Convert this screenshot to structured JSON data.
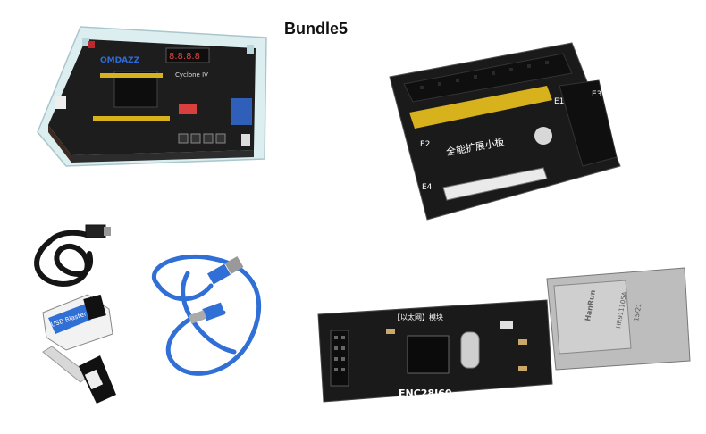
{
  "title": "Bundle5",
  "fpga_board": {
    "silk_label": "OMDAZZ"
  },
  "expansion_board": {
    "silk_title": "全能扩展小板",
    "labels": [
      "E1",
      "E2",
      "E3",
      "E4"
    ]
  },
  "usb_blaster": {
    "label": "USB Blaster"
  },
  "ethernet_module": {
    "header": "【以太网】模块",
    "model": "ENC28J60",
    "jack_brand": "HanRun",
    "jack_part": "HR911105A",
    "jack_code": "15/21"
  },
  "colors": {
    "pcb_dark": "#1c1c1c",
    "pin_gold": "#d8b21c",
    "cable_blue": "#2f6fd6",
    "cable_black": "#151515",
    "acrylic": "#cfe6ea"
  }
}
